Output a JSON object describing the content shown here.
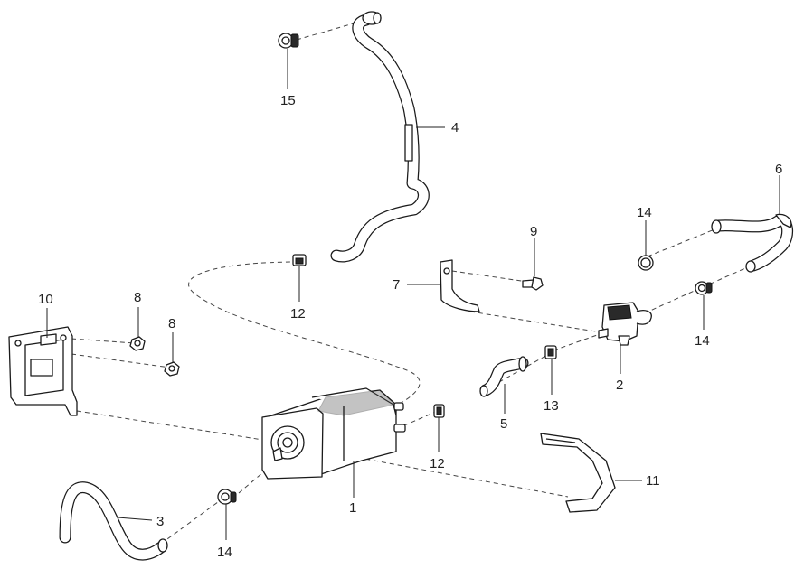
{
  "callouts": [
    {
      "id": "c1",
      "label": "1"
    },
    {
      "id": "c2",
      "label": "2"
    },
    {
      "id": "c3",
      "label": "3"
    },
    {
      "id": "c4",
      "label": "4"
    },
    {
      "id": "c5",
      "label": "5"
    },
    {
      "id": "c6",
      "label": "6"
    },
    {
      "id": "c7",
      "label": "7"
    },
    {
      "id": "c8a",
      "label": "8"
    },
    {
      "id": "c8b",
      "label": "8"
    },
    {
      "id": "c9",
      "label": "9"
    },
    {
      "id": "c10",
      "label": "10"
    },
    {
      "id": "c11",
      "label": "11"
    },
    {
      "id": "c12a",
      "label": "12"
    },
    {
      "id": "c12b",
      "label": "12"
    },
    {
      "id": "c13",
      "label": "13"
    },
    {
      "id": "c14a",
      "label": "14"
    },
    {
      "id": "c14b",
      "label": "14"
    },
    {
      "id": "c14c",
      "label": "14"
    },
    {
      "id": "c15",
      "label": "15"
    }
  ],
  "colors": {
    "line": "#1a1a1a",
    "background": "#ffffff"
  }
}
